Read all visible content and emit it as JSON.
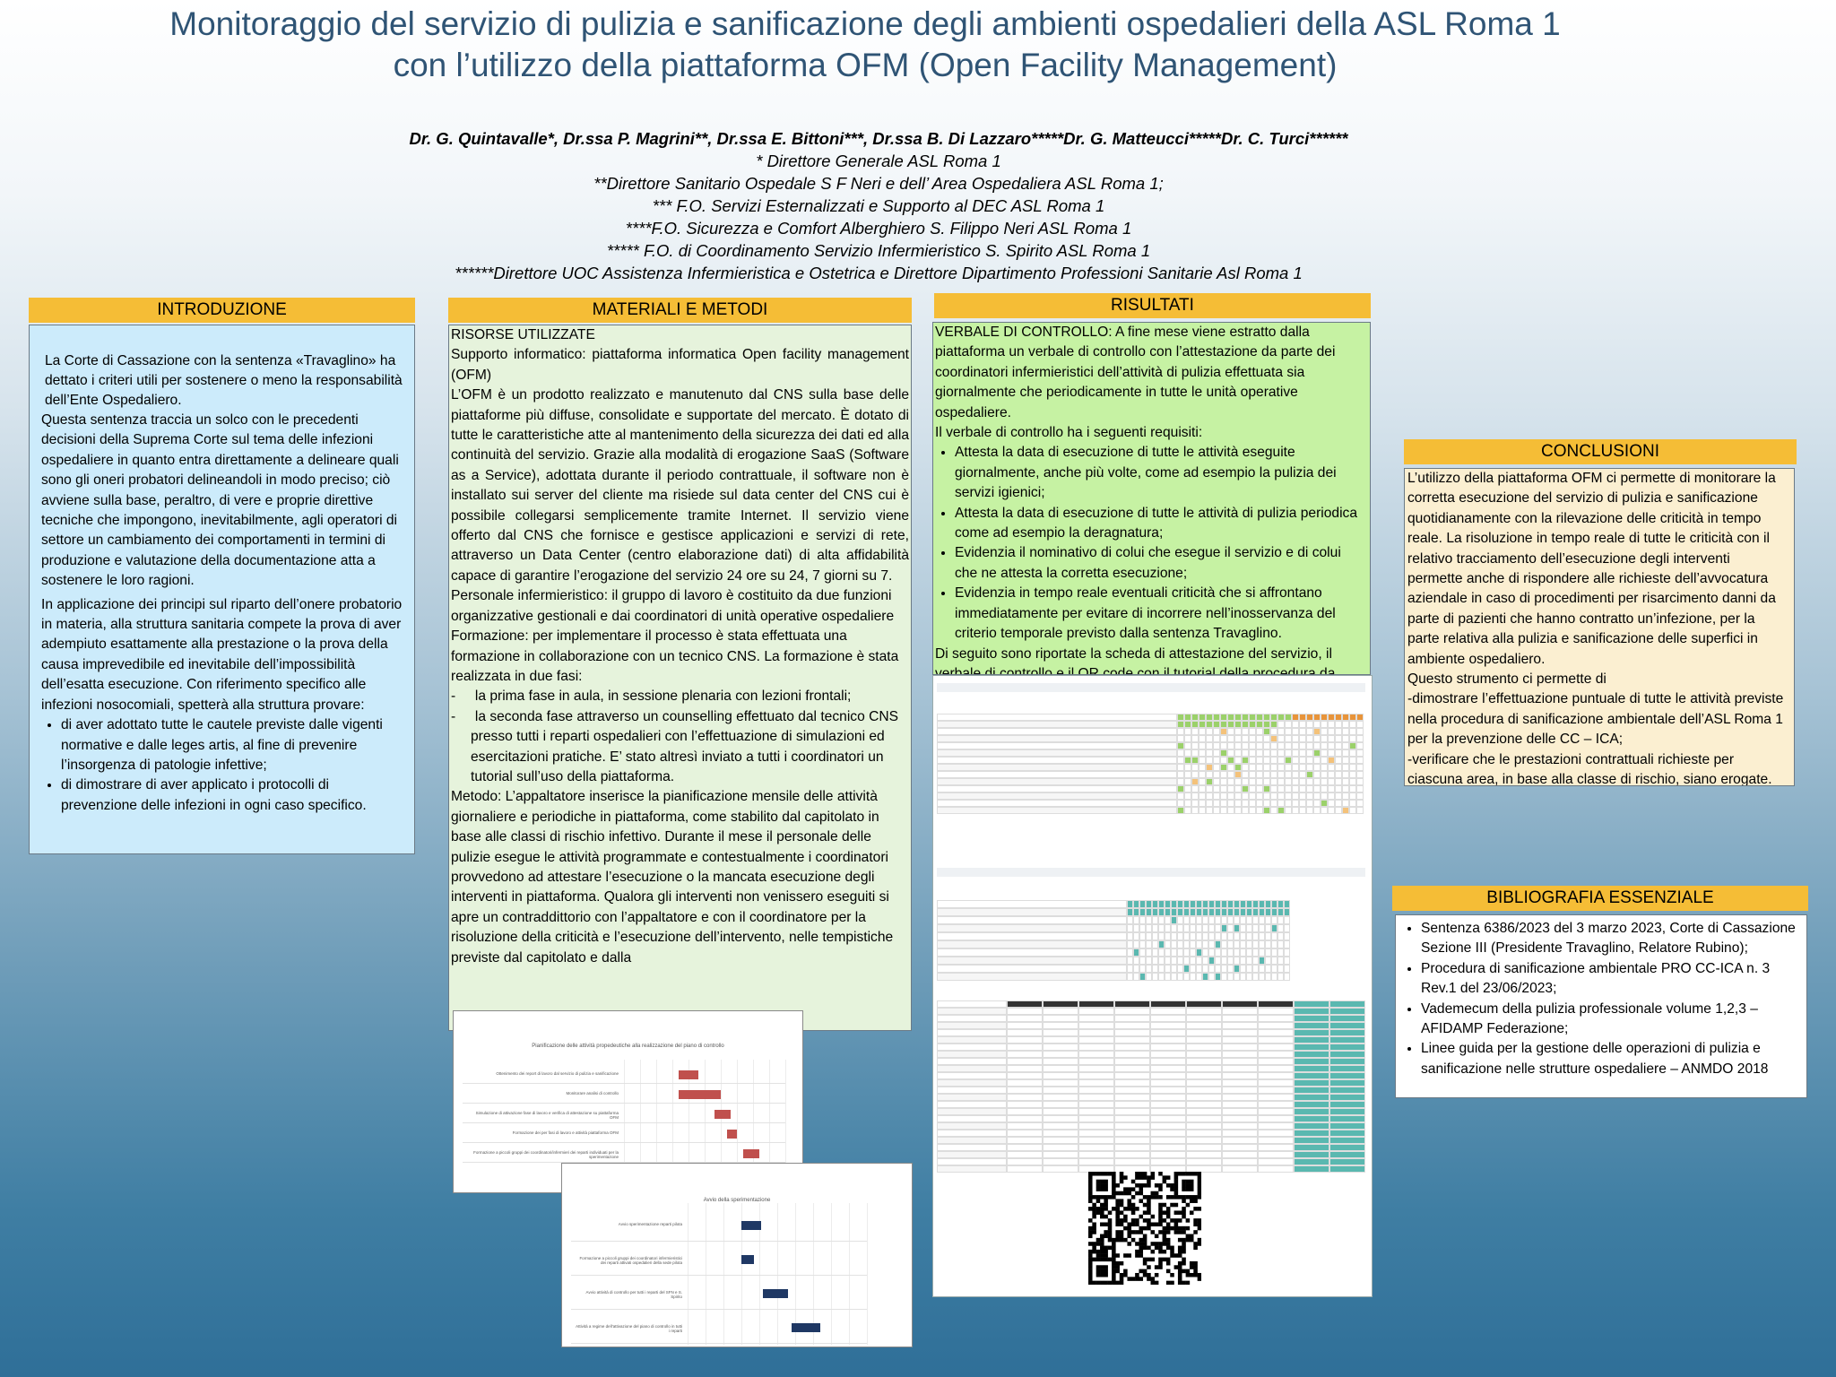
{
  "title": {
    "line1": "Monitoraggio del servizio di pulizia e sanificazione degli ambienti ospedalieri della ASL Roma 1",
    "line2": "con l’utilizzo della piattaforma OFM (Open Facility Management)"
  },
  "authors": {
    "names": "Dr. G. Quintavalle*, Dr.ssa P. Magrini**, Dr.ssa E. Bittoni***, Dr.ssa B. Di Lazzaro*****Dr. G. Matteucci*****Dr. C. Turci******",
    "affiliations": [
      "* Direttore Generale ASL Roma 1",
      "**Direttore Sanitario Ospedale S F Neri e dell’ Area Ospedaliera ASL Roma 1;",
      "*** F.O. Servizi Esternalizzati e Supporto al DEC ASL Roma 1",
      "****F.O. Sicurezza e Comfort Alberghiero S. Filippo Neri ASL Roma 1",
      "***** F.O. di Coordinamento Servizio Infermieristico S. Spirito ASL Roma 1",
      "******Direttore UOC Assistenza Infermieristica e Ostetrica e Direttore Dipartimento Professioni Sanitarie Asl Roma 1"
    ]
  },
  "sections": {
    "intro": "INTRODUZIONE",
    "materials": "MATERIALI E METODI",
    "results": "RISULTATI",
    "conclusions": "CONCLUSIONI",
    "bibliography": "BIBLIOGRAFIA ESSENZIALE"
  },
  "intro": {
    "p1": "La Corte di Cassazione con la sentenza «Travaglino» ha dettato i criteri utili per sostenere o meno la responsabilità dell’Ente Ospedaliero.",
    "p2": "Questa sentenza traccia un solco con le precedenti decisioni della Suprema Corte sul tema delle infezioni ospedaliere in quanto entra direttamente a delineare quali sono gli oneri probatori delineandoli in modo preciso; ciò avviene sulla base, peraltro, di vere e proprie direttive tecniche che impongono, inevitabilmente, agli operatori di settore un cambiamento dei comportamenti in termini di produzione e valutazione della documentazione atta a sostenere le loro ragioni.",
    "p3": "In applicazione dei principi sul riparto dell’onere probatorio in materia, alla struttura sanitaria compete la prova di aver adempiuto esattamente alla prestazione o la prova della causa imprevedibile ed inevitabile dell’impossibilità dell’esatta esecuzione. Con riferimento specifico alle infezioni nosocomiali, spetterà alla struttura provare:",
    "bullets": [
      "di aver adottato tutte le cautele previste dalle vigenti normative e dalle leges artis, al fine di prevenire l’insorgenza di patologie infettive;",
      "di dimostrare di aver applicato i protocolli di prevenzione delle infezioni in ogni caso specifico."
    ]
  },
  "materials": {
    "heading": "RISORSE UTILIZZATE",
    "support": "Supporto informatico: piattaforma informatica  Open facility management (OFM)",
    "ofm": "L’OFM è un prodotto realizzato e manutenuto dal CNS sulla base delle piattaforme più diffuse, consolidate e supportate del mercato. È dotato di tutte le caratteristiche atte al mantenimento della sicurezza dei dati ed alla continuità del servizio. Grazie alla modalità di erogazione SaaS (Software as a Service), adottata durante il periodo contrattuale, il software non è installato sui server del cliente ma risiede sul data center del CNS cui è possibile collegarsi semplicemente tramite Internet. Il servizio viene offerto dal CNS che fornisce e gestisce applicazioni e servizi di rete, attraverso un Data Center (centro elaborazione dati) di alta affidabilità capace di garantire l’erogazione del servizio 24 ore su 24, 7 giorni su 7.",
    "staff": "Personale infermieristico: il gruppo di lavoro è costituito da due funzioni organizzative gestionali e dai coordinatori di unità operative ospedaliere",
    "training": "Formazione: per implementare il processo è stata effettuata una formazione in collaborazione con un tecnico CNS. La formazione è stata realizzata in due fasi:",
    "phases": [
      "la prima fase in aula, in sessione plenaria con lezioni frontali;",
      "la seconda fase attraverso un counselling effettuato dal tecnico CNS presso tutti i reparti ospedalieri con l’effettuazione di simulazioni ed esercitazioni pratiche. E’ stato altresì inviato a tutti i coordinatori un tutorial sull’uso della piattaforma."
    ],
    "method": "Metodo: L’appaltatore inserisce la pianificazione mensile delle attività giornaliere e periodiche in piattaforma, come stabilito dal capitolato in base alle classi di rischio infettivo. Durante il mese il personale delle pulizie esegue le attività programmate e contestualmente i coordinatori provvedono ad attestare l’esecuzione o la mancata esecuzione degli interventi in piattaforma. Qualora gli interventi non venissero eseguiti si apre un contraddittorio con l’appaltatore e con il coordinatore per la risoluzione della criticità e l’esecuzione dell’intervento, nelle tempistiche previste dal capitolato e dalla"
  },
  "gantt1": {
    "title": "Pianificazione delle attività propedeutiche alla realizzazione del piano di controllo",
    "tasks": [
      "Ottenimento dei report di lavoro dal servizio di pulizia e sanificazione",
      "Monitorare analisi di controllo",
      "Simulazione di attivazione fase di lavoro e verifica di attestazione su piattaforma OFM",
      "Formazione dei per fasi di lavoro e attività piattaforma OFM",
      "Formazione a piccoli gruppi dei coordinatori/infermieri dei reparti individuati per la sperimentazione"
    ],
    "bars": [
      {
        "start": 0.34,
        "end": 0.46
      },
      {
        "start": 0.34,
        "end": 0.6
      },
      {
        "start": 0.56,
        "end": 0.66
      },
      {
        "start": 0.64,
        "end": 0.7
      },
      {
        "start": 0.74,
        "end": 0.84
      }
    ],
    "color": "#c0504d"
  },
  "gantt2": {
    "title": "Avvio della sperimentazione",
    "tasks": [
      "Avvio sperimentazione reparti pilota",
      "Formazione a piccoli gruppi dei coordinatori infermieristici dei reparti attivati ospedalieri della sede pilota",
      "Avvio attività di controllo per tutti i reparti del SFN e S. Spirito",
      "Attività a regime dell’attivazione del piano di controllo in tutti i reparti"
    ],
    "bars": [
      {
        "start": 0.3,
        "end": 0.41
      },
      {
        "start": 0.3,
        "end": 0.37
      },
      {
        "start": 0.42,
        "end": 0.56
      },
      {
        "start": 0.58,
        "end": 0.74
      }
    ],
    "color": "#1f3864"
  },
  "results": {
    "verbale": "VERBALE DI CONTROLLO: A fine mese viene estratto dalla piattaforma un verbale di controllo con l’attestazione  da parte dei coordinatori infermieristici  dell’attività di pulizia effettuata sia giornalmente che periodicamente in tutte le unità operative ospedaliere.",
    "req_intro": "Il verbale di controllo ha i seguenti requisiti:",
    "requirements": [
      "Attesta la data di esecuzione di tutte le attività eseguite giornalmente, anche più volte, come ad esempio la pulizia dei servizi igienici;",
      "Attesta la data di esecuzione di tutte le attività di pulizia periodica come ad esempio la deragnatura;",
      "Evidenzia il nominativo di colui che esegue il servizio e di colui che ne attesta la corretta esecuzione;",
      "Evidenzia in tempo reale eventuali criticità che si affrontano immediatamente per evitare di incorrere nell’inosservanza del criterio temporale previsto dalla sentenza Travaglino."
    ],
    "follow": "Di seguito sono riportate la scheda di attestazione del servizio, il verbale di controllo e il QR code con il tutorial della procedura da"
  },
  "conclusions": {
    "p1": "L’utilizzo della piattaforma OFM ci permette di monitorare la corretta esecuzione del servizio di pulizia e sanificazione quotidianamente con la rilevazione delle criticità in tempo reale. La risoluzione in tempo reale di tutte le criticità con il relativo tracciamento dell’esecuzione degli interventi permette anche di  rispondere alle richieste dell’avvocatura aziendale in caso di procedimenti per risarcimento danni da parte di pazienti che hanno contratto un’infezione, per la parte relativa alla pulizia e sanificazione delle superfici in ambiente ospedaliero.",
    "p2": "Questo strumento ci permette di",
    "p3": "-dimostrare l’effettuazione puntuale di tutte le attività previste nella procedura di sanificazione ambientale dell’ASL Roma 1 per la prevenzione delle CC – ICA;",
    "p4": "-verificare che le prestazioni contrattuali richieste per ciascuna area, in base alla classe di rischio, siano erogate."
  },
  "bibliography": [
    "Sentenza 6386/2023 del 3 marzo 2023, Corte di Cassazione Sezione III (Presidente Travaglino, Relatore Rubino);",
    "Procedura di sanificazione ambientale PRO CC-ICA n. 3 Rev.1 del 23/06/2023;",
    "Vademecum della pulizia professionale volume 1,2,3 – AFIDAMP Federazione;",
    "Linee guida per la gestione delle operazioni di pulizia e sanificazione nelle strutture ospedaliere – ANMDO 2018"
  ],
  "colors": {
    "header": "#f5bd36",
    "title": "#2f5475",
    "intro_bg": "#ccebfb",
    "materials_bg": "#e6f3dc",
    "results_bg": "#c6f2a3",
    "conclusions_bg": "#fbefd1",
    "calendar_orange": "#e8943a",
    "calendar_green": "#9bd16a",
    "calendar_teal": "#5ab8b0"
  }
}
